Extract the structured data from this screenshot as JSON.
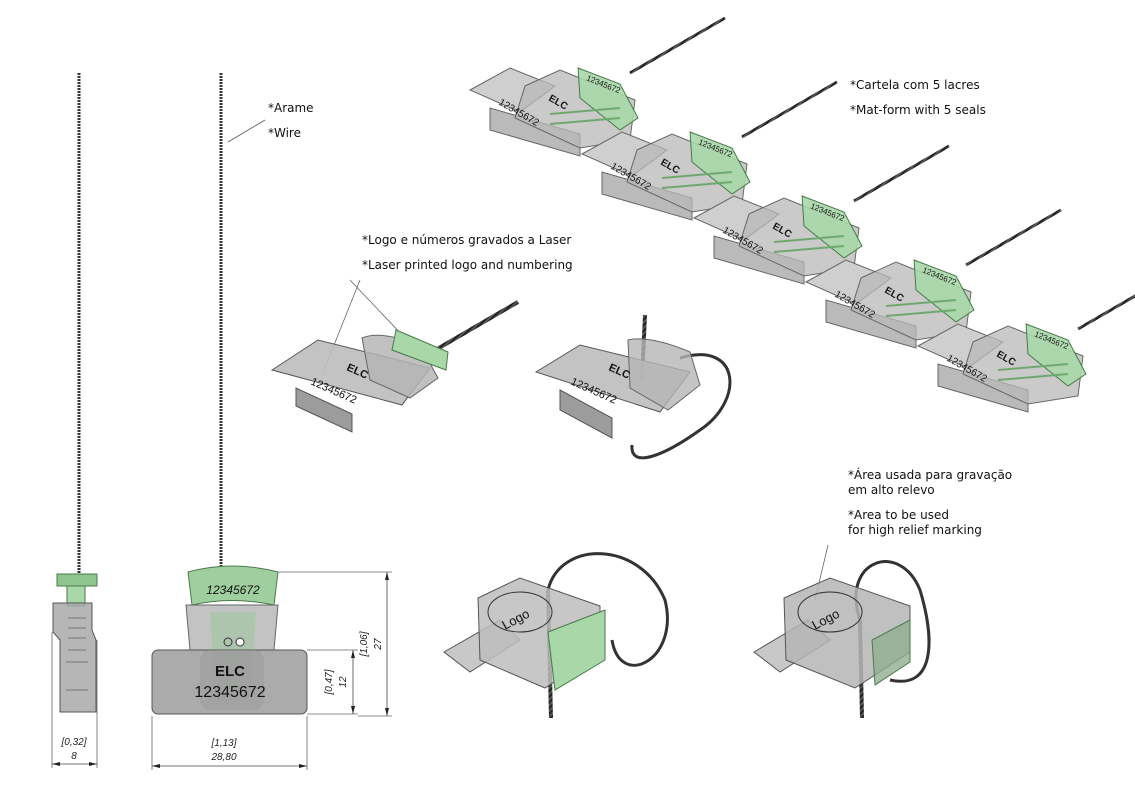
{
  "drawing": {
    "subject": "Cable seal with plastic body and wire",
    "colors": {
      "body": "#b8b8b8",
      "body_dark": "#7a7a7a",
      "insert": "#a8d8a8",
      "insert_dark": "#6fa86f",
      "wire": "#444444",
      "dim_line": "#555555"
    }
  },
  "annotations": {
    "wire_pt": "*Arame",
    "wire_en": "*Wire",
    "matform_pt": "*Cartela com 5 lacres",
    "matform_en": "*Mat-form with 5 seals",
    "laser_pt": "*Logo e números gravados a Laser",
    "laser_en": "*Laser printed logo and numbering",
    "relief_pt": "*Área usada para gravação\nem alto relevo",
    "relief_en": "*Area to be used\nfor high relief marking"
  },
  "markings": {
    "brand": "ELC",
    "serial": "12345672",
    "logo": "Logo"
  },
  "dimensions": {
    "side_width_in": "[0,32]",
    "side_width_mm": "8",
    "front_width_in": "[1,13]",
    "front_width_mm": "28,80",
    "body_height_in": "[0,47]",
    "body_height_mm": "12",
    "total_height_in": "[1,06]",
    "total_height_mm": "27"
  },
  "matform": {
    "seal_count": 5
  }
}
